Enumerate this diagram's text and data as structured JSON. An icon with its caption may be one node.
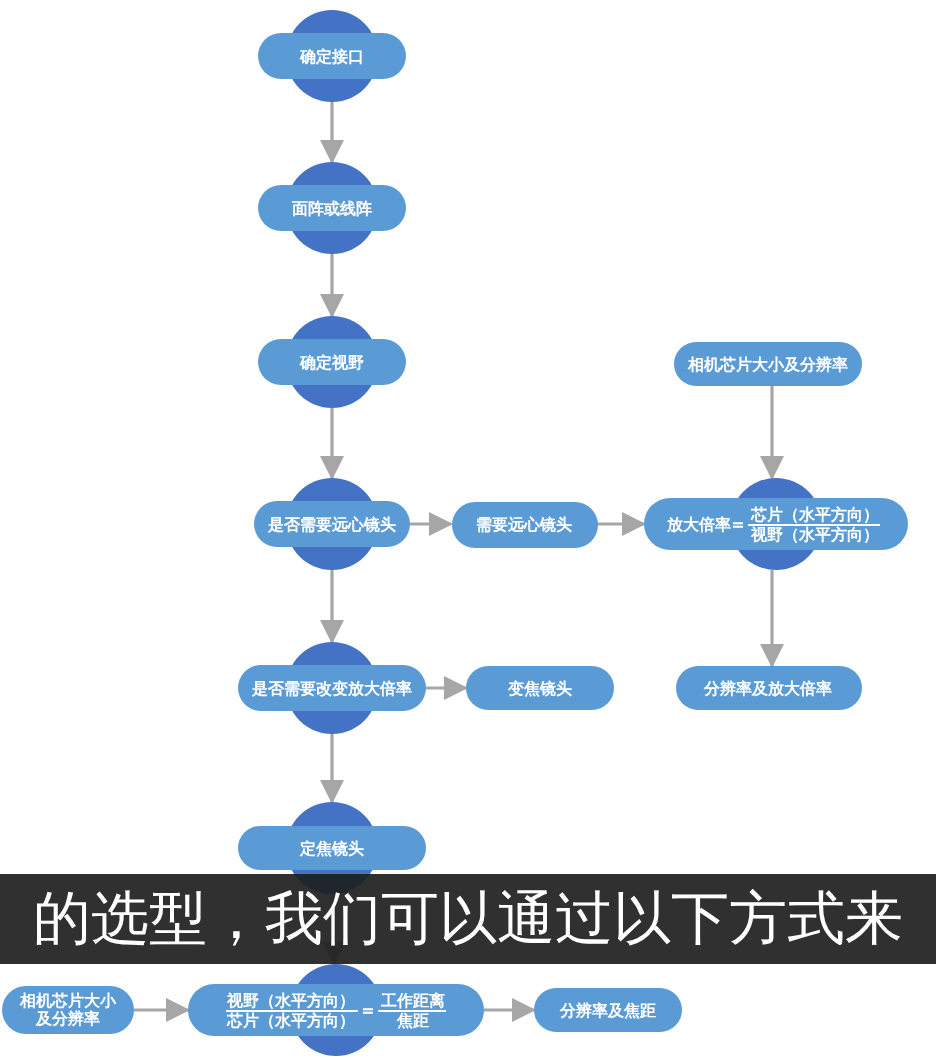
{
  "diagram": {
    "nodes": [
      {
        "text": [
          "确定接口"
        ]
      },
      {
        "text": [
          "面阵或线阵"
        ]
      },
      {
        "text": [
          "确定视野"
        ]
      },
      {
        "text": [
          "是否需要远心镜头"
        ]
      },
      {
        "text": [
          "需要远心镜头"
        ]
      },
      {
        "text": [
          "相机芯片大小及分辨率"
        ]
      },
      {
        "text": [
          "放大倍率=",
          "芯片（水平方向）",
          "视野（水平方向）"
        ]
      },
      {
        "text": [
          "分辨率及放大倍率"
        ]
      },
      {
        "text": [
          "是否需要改变放大倍率"
        ]
      },
      {
        "text": [
          "变焦镜头"
        ]
      },
      {
        "text": [
          "定焦镜头"
        ]
      },
      {
        "text": [
          "相机芯片大小及分辨率"
        ]
      },
      {
        "text": [
          "视野（水平方向）",
          "芯片（水平方向）",
          "=",
          "工作距离",
          "焦距"
        ]
      },
      {
        "text": [
          "分辨率及焦距"
        ]
      }
    ],
    "edges": [
      {
        "from": 0,
        "to": 1,
        "arrow": "to"
      },
      {
        "from": 1,
        "to": 2,
        "arrow": "to"
      },
      {
        "from": 2,
        "to": 3,
        "arrow": "to"
      },
      {
        "from": 3,
        "to": 4,
        "arrow": "to"
      },
      {
        "from": 4,
        "to": 6,
        "arrow": "to"
      },
      {
        "from": 5,
        "to": 6,
        "arrow": "to"
      },
      {
        "from": 6,
        "to": 7,
        "arrow": "to"
      },
      {
        "from": 3,
        "to": 8,
        "arrow": "to"
      },
      {
        "from": 8,
        "to": 9,
        "arrow": "to"
      },
      {
        "from": 8,
        "to": 10,
        "arrow": "to"
      },
      {
        "from": 10,
        "to": 12,
        "arrow": "to"
      },
      {
        "from": 11,
        "to": 12,
        "arrow": "to"
      },
      {
        "from": 12,
        "to": 13,
        "arrow": "to"
      }
    ],
    "labels": [
      "的选型，我们可以通过以下方式来"
    ]
  }
}
